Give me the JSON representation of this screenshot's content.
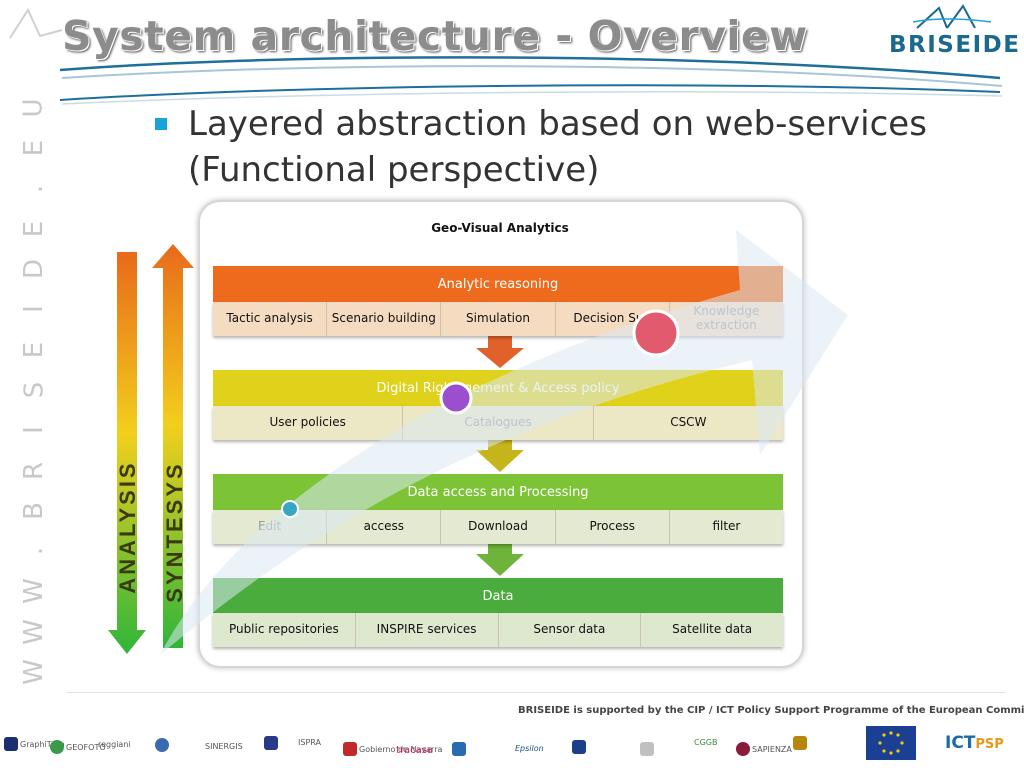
{
  "header": {
    "title": "System architecture - Overview",
    "brand": "BRISEIDE"
  },
  "sidebar": {
    "url_letters": [
      "W",
      "W",
      "W",
      ".",
      "B",
      "R",
      "I",
      "S",
      "E",
      "I",
      "D",
      "E",
      ".",
      "E",
      "U"
    ]
  },
  "bullet": {
    "line1": "Layered abstraction based on web-services",
    "line2": "(Functional perspective)"
  },
  "diagram": {
    "title": "Geo-Visual Analytics",
    "left_arrow_label": "ANALYSIS",
    "right_arrow_label": "SYNTESYS",
    "layers": [
      {
        "name": "Analytic reasoning",
        "color": "#ee6a1c",
        "items": [
          "Tactic analysis",
          "Scenario building",
          "Simulation",
          "Decision Sup",
          "Knowledge extraction"
        ]
      },
      {
        "name": "Digital Righ        agement & Access policy",
        "color": "#e0d11a",
        "items": [
          "User policies",
          "Catalogues",
          "CSCW"
        ]
      },
      {
        "name": "Data access and Processing",
        "color": "#7cc436",
        "items": [
          "Edit",
          "access",
          "Download",
          "Process",
          "filter"
        ]
      },
      {
        "name": "Data",
        "color": "#4aac3c",
        "items": [
          "Public repositories",
          "INSPIRE services",
          "Sensor data",
          "Satellite data"
        ]
      }
    ]
  },
  "footer": {
    "support_text": "BRISEIDE is supported by the CIP / ICT Policy Support Programme of the European Commission.",
    "logos": [
      "GraphiTech",
      "GEOFOTO",
      "reggiani",
      "SINERGIS",
      "ISPRA",
      "Gobierno de Navarra",
      "tracasa",
      "Epsilon",
      "CGGB",
      "SAPIENZA"
    ],
    "ict_label": "ICT",
    "psp_label": "PSP"
  }
}
